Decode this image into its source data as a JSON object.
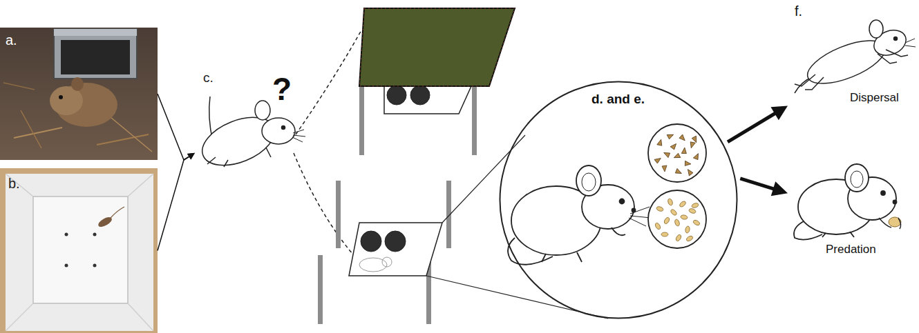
{
  "diagram": {
    "nodes": [
      {
        "text": [
          "a."
        ]
      },
      {
        "text": [
          "b."
        ]
      },
      {
        "text": [
          "c.",
          "?"
        ]
      },
      {
        "text": [
          "d. and e."
        ]
      },
      {
        "text": [
          "Dispersal"
        ]
      },
      {
        "text": [
          "Predation"
        ]
      }
    ],
    "edges": [
      {
        "from": 0,
        "to": 2,
        "arrow": "to"
      },
      {
        "from": 1,
        "to": 2,
        "arrow": "to"
      },
      {
        "from": 3,
        "to": 4,
        "arrow": "to"
      },
      {
        "from": 3,
        "to": 5,
        "arrow": "to"
      }
    ],
    "labels": [
      "f."
    ]
  }
}
